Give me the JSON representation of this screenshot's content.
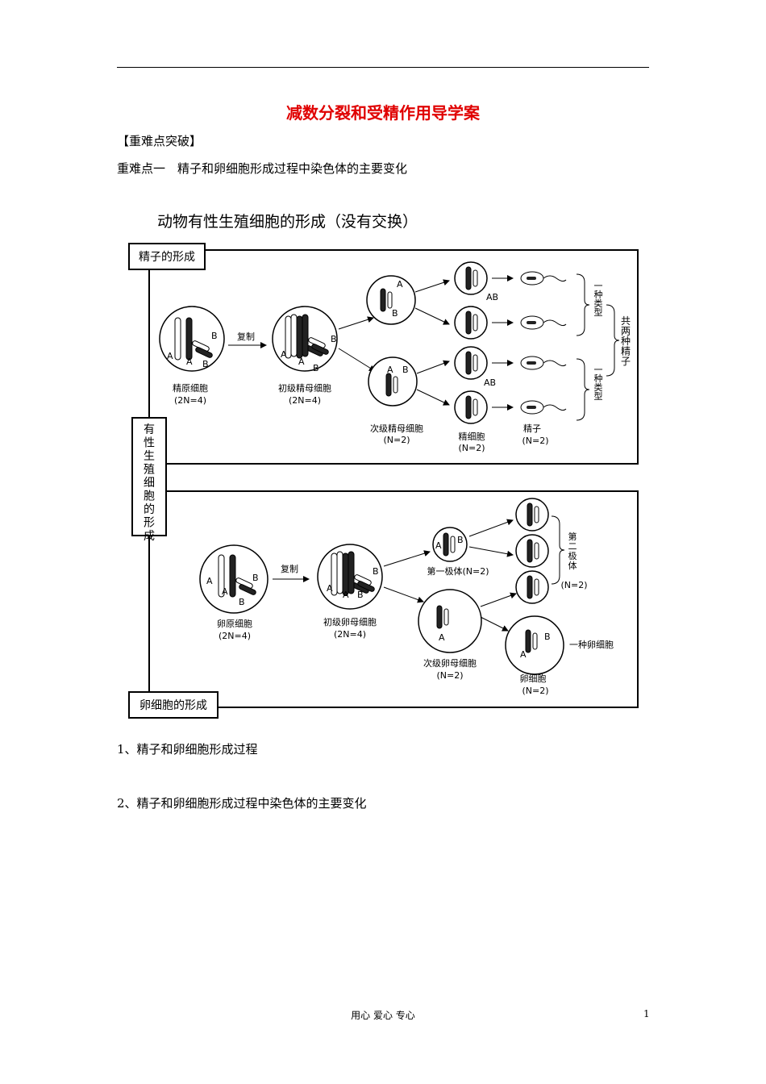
{
  "doc_title": "减数分裂和受精作用导学案",
  "section_heading": "【重难点突破】",
  "point_one": "重难点一　精子和卵细胞形成过程中染色体的主要变化",
  "figure": {
    "caption": "动物有性生殖细胞的形成（没有交换）",
    "side_label": "有性生殖细胞的形成",
    "sperm": {
      "box_label": "精子的形成",
      "replicate": "复制",
      "cell1_name": "精原细胞",
      "cell1_count": "(2N=4)",
      "cell2_name": "初级精母细胞",
      "cell2_count": "(2N=4)",
      "cell3_name": "次级精母细胞",
      "cell3_count": "(N=2)",
      "cell4_name": "精细胞",
      "cell4_count": "(N=2)",
      "cell5_name": "精子",
      "cell5_count": "(N=2)",
      "genotype_top": "AB",
      "genotype_bottom": "AB",
      "type_one": "一种类型",
      "type_two": "一种类型",
      "total": "共两种精子"
    },
    "egg": {
      "box_label": "卵细胞的形成",
      "replicate": "复制",
      "cell1_name": "卵原细胞",
      "cell1_count": "(2N=4)",
      "cell2_name": "初级卵母细胞",
      "cell2_count": "(2N=4)",
      "polar1": "第一极体(N=2)",
      "cell3_name": "次级卵母细胞",
      "cell3_count": "(N=2)",
      "polar2_label": "第二极体",
      "polar2_count": "(N=2)",
      "egg_name": "卵细胞",
      "egg_count": "(N=2)",
      "one_egg": "一种卵细胞"
    }
  },
  "item1": "1、精子和卵细胞形成过程",
  "item2": "2、精子和卵细胞形成过程中染色体的主要变化",
  "footer": "用心 爱心 专心",
  "page_number": "1"
}
